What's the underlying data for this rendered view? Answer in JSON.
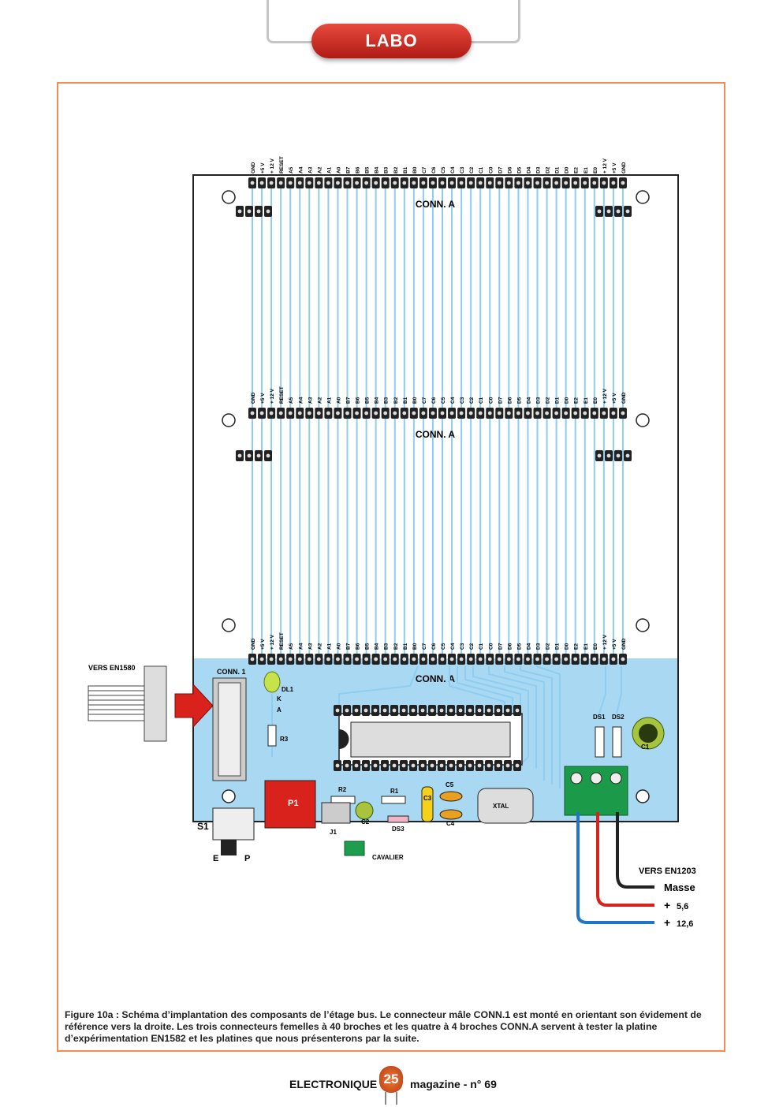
{
  "header": {
    "section_tab": "LABO"
  },
  "figure": {
    "pin_labels": [
      "GND",
      "+5 V",
      "+ 12 V",
      "RESET",
      "A5",
      "A4",
      "A3",
      "A2",
      "A1",
      "A0",
      "B7",
      "B6",
      "B5",
      "B4",
      "B3",
      "B2",
      "B1",
      "B0",
      "C7",
      "C6",
      "C5",
      "C4",
      "C3",
      "C2",
      "C1",
      "C0",
      "D7",
      "D6",
      "D5",
      "D4",
      "D3",
      "D2",
      "D1",
      "D0",
      "E2",
      "E1",
      "E0",
      "+ 12 V",
      "+5 V",
      "GND"
    ],
    "conn_a_label": "CONN. A",
    "conn1_label": "CONN. 1",
    "vers_en1580": "VERS EN1580",
    "dl1": "DL1",
    "dl1_k": "K",
    "dl1_a": "A",
    "r3": "R3",
    "r2": "R2",
    "r1": "R1",
    "ds1": "DS1",
    "ds2": "DS2",
    "ds3": "DS3",
    "c1": "C1",
    "c2": "C2",
    "c3": "C3",
    "c4": "C4",
    "c5": "C5",
    "xtal": "XTAL",
    "p1": "P1",
    "s1": "S1",
    "s1_e": "E",
    "s1_p": "P",
    "j1": "J1",
    "cavalier": "CAVALIER",
    "vers_en1203": "VERS EN1203",
    "wire_masse": "Masse",
    "wire_56": "5,6",
    "wire_126": "12,6",
    "colors": {
      "board": "#ffffff",
      "pcb_blue": "#a9d9f2",
      "trace": "#8ecdf0",
      "frame": "#f28b54",
      "tab_red": "#c9241c"
    }
  },
  "caption": "Figure 10a : Schéma d’implantation des composants de l’étage bus. Le connecteur mâle CONN.1 est monté en orientant son évidement de référence vers la droite. Les trois connecteurs femelles à 40 broches et les quatre à 4 broches CONN.A servent à tester la platine d’expérimentation EN1582 et les platines que nous présenterons par la suite.",
  "footer": {
    "left": "ELECTRONIQUE",
    "page": "25",
    "right": "magazine - n° 69"
  }
}
